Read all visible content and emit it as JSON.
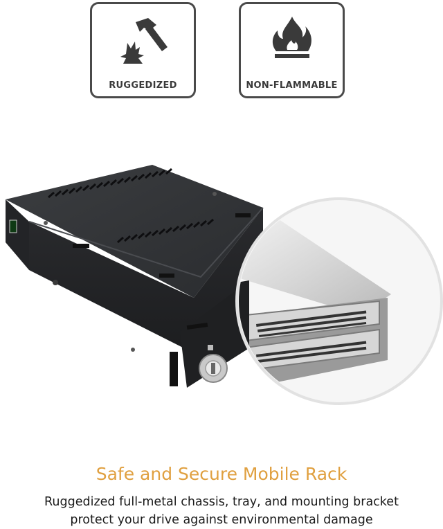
{
  "badges": [
    {
      "label": "RUGGEDIZED",
      "icon": "hammer-icon"
    },
    {
      "label": "NON-FLAMMABLE",
      "icon": "flame-icon"
    }
  ],
  "headline": "Safe and Secure Mobile Rack",
  "description": {
    "line1": "Ruggedized full-metal chassis, tray, and mounting bracket",
    "line2": "protect your drive against environmental damage"
  },
  "colors": {
    "headline": "#e0a040",
    "badge_border": "#4a4a4a",
    "icon": "#3a3a3a"
  }
}
